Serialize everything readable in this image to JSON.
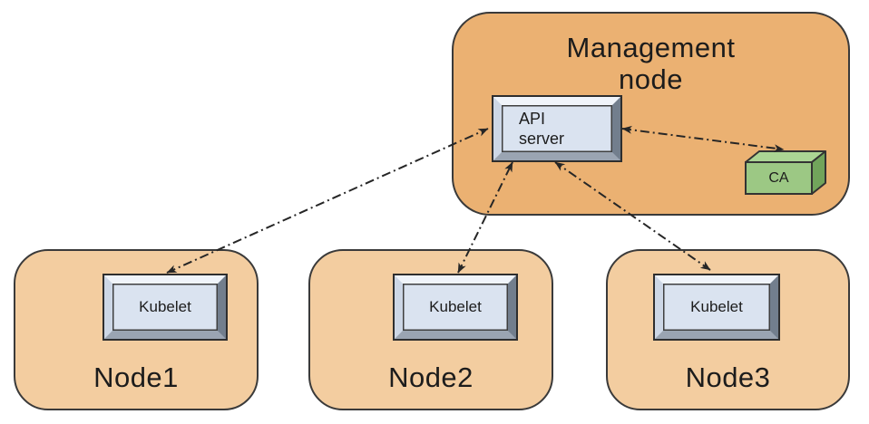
{
  "diagram": {
    "management_node": {
      "label": "Management node",
      "api_server_label": "API server",
      "ca_label": "CA"
    },
    "worker_nodes": [
      {
        "label": "Node1",
        "component_label": "Kubelet"
      },
      {
        "label": "Node2",
        "component_label": "Kubelet"
      },
      {
        "label": "Node3",
        "component_label": "Kubelet"
      }
    ],
    "connections": [
      {
        "from": "API server",
        "to": "Kubelet (Node1)",
        "line_style": "dash-dot",
        "bidirectional": true
      },
      {
        "from": "API server",
        "to": "Kubelet (Node2)",
        "line_style": "dash-dot",
        "bidirectional": true
      },
      {
        "from": "API server",
        "to": "Kubelet (Node3)",
        "line_style": "dash-dot",
        "bidirectional": true
      },
      {
        "from": "API server",
        "to": "CA",
        "line_style": "dash-dot",
        "bidirectional": true
      }
    ],
    "colors": {
      "management_node_fill": "#ebb172",
      "worker_node_fill": "#f3cda0",
      "box_face": "#dae3f0",
      "ca_front": "#9cc884",
      "ca_top": "#abd594",
      "ca_side": "#71a45b",
      "outline": "#3a3a3a",
      "arrow": "#262626"
    }
  }
}
